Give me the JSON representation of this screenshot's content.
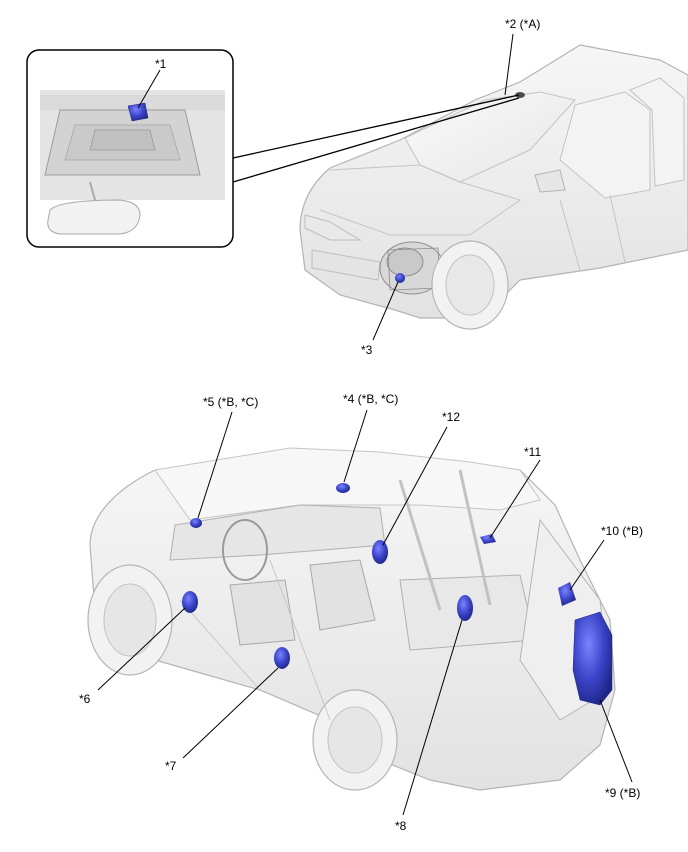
{
  "callouts": {
    "c1": "*1",
    "c2": "*2 (*A)",
    "c3": "*3",
    "c4": "*4 (*B, *C)",
    "c5": "*5 (*B, *C)",
    "c6": "*6",
    "c7": "*7",
    "c8": "*8",
    "c9": "*9 (*B)",
    "c10": "*10 (*B)",
    "c11": "*11",
    "c12": "*12"
  },
  "colors": {
    "part_highlight": "#3b44c8",
    "part_dark": "#1d2585",
    "body_fill": "#eeeeee",
    "body_stroke": "#b4b4b4",
    "line": "#000000"
  }
}
